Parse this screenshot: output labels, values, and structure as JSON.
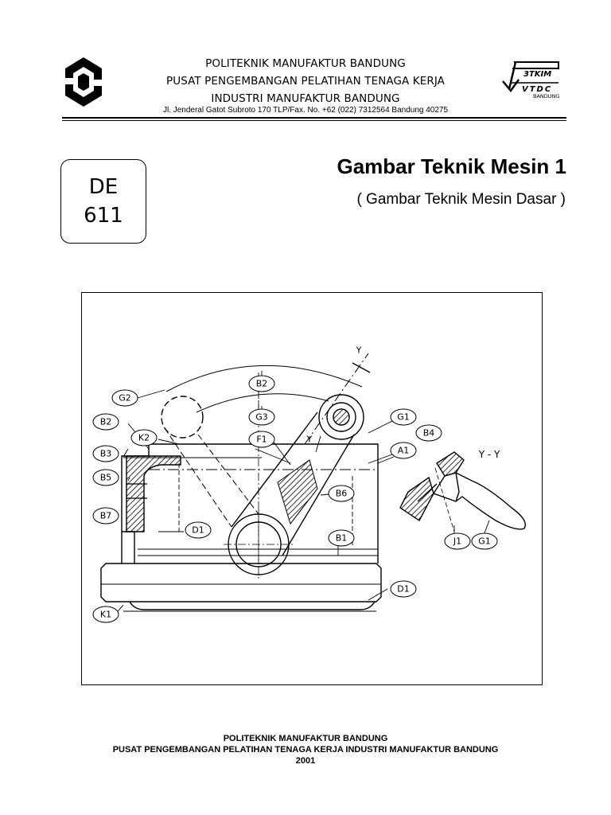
{
  "header": {
    "line1": "POLITEKNIK MANUFAKTUR BANDUNG",
    "line2": "PUSAT PENGEMBANGAN PELATIHAN TENAGA KERJA",
    "line3": "INDUSTRI MANUFAKTUR BANDUNG",
    "address": "Jl. Jenderal Gatot Subroto 170 TLP/Fax. No.  +62 (022) 7312564 Bandung 40275",
    "right_logo": {
      "top": "3TKIM",
      "middle": "VTDC",
      "bottom": "BANDUNG"
    }
  },
  "code": {
    "line1": "DE",
    "line2": "611"
  },
  "title": "Gambar Teknik Mesin 1",
  "subtitle": "( Gambar Teknik Mesin Dasar )",
  "figure": {
    "labels": {
      "Y_top": "Y",
      "G2": "G2",
      "B2_top": "B2",
      "G3": "G3",
      "G1_main": "G1",
      "B4": "B4",
      "B2_left": "B2",
      "K2": "K2",
      "F1": "F1",
      "Y_mid": "Y",
      "A1": "A1",
      "B3": "B3",
      "B5": "B5",
      "B6": "B6",
      "B7": "B7",
      "D1_left": "D1",
      "B1": "B1",
      "D1_right": "D1",
      "K1": "K1",
      "J1": "J1",
      "G1_section": "G1",
      "section_title": "Y - Y"
    }
  },
  "footer": {
    "line1": "POLITEKNIK MANUFAKTUR BANDUNG",
    "line2": "PUSAT PENGEMBANGAN PELATIHAN TENAGA KERJA INDUSTRI MANUFAKTUR BANDUNG",
    "line3": "2001"
  }
}
